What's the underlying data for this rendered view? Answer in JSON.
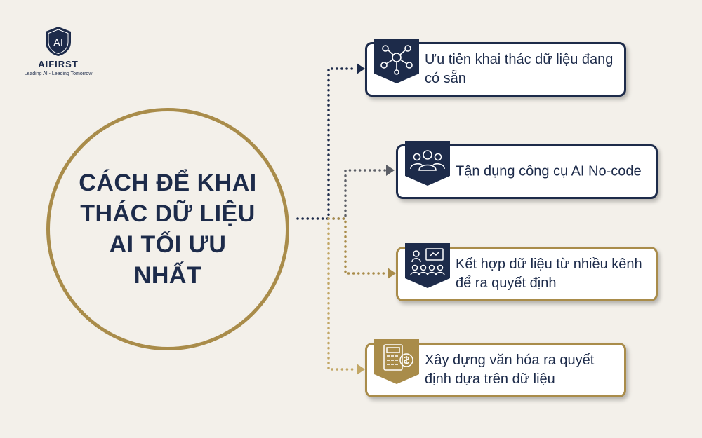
{
  "logo": {
    "monogram": "AI",
    "brand": "AIFIRST",
    "tagline": "Leading AI - Leading Tomorrow"
  },
  "center": {
    "title": "CÁCH ĐỂ KHAI THÁC DỮ LIỆU AI TỐI ƯU NHẤT"
  },
  "items": [
    {
      "text": "Ưu tiên khai thác dữ liệu đang có sẵn",
      "icon": "network-people-icon",
      "color": "#1d2b4a"
    },
    {
      "text": "Tận dụng công cụ AI No-code",
      "icon": "team-icon",
      "color": "#1d2b4a"
    },
    {
      "text": "Kết hợp dữ liệu từ nhiều kênh để ra quyết định",
      "icon": "meeting-presentation-icon",
      "color": "#a98c4a"
    },
    {
      "text": "Xây dựng văn hóa ra quyết định dựa trên dữ liệu",
      "icon": "calculator-money-icon",
      "color": "#a98c4a"
    }
  ],
  "colors": {
    "navy": "#1d2b4a",
    "gold": "#a98c4a",
    "background": "#f3f0ea"
  }
}
